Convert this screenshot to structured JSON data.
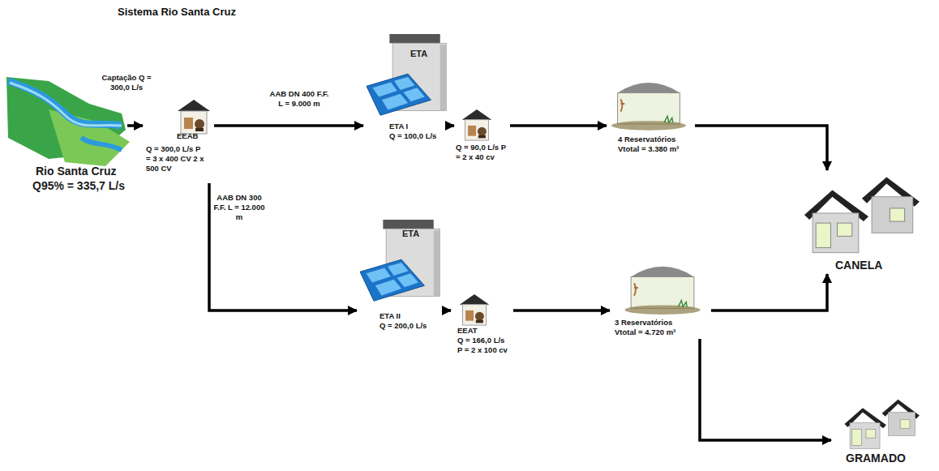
{
  "diagram": {
    "title": "Sistema Rio Santa Cruz",
    "nodes": [
      {
        "text": [
          "Rio Santa Cruz",
          "Q95% = 335,7 L/s"
        ]
      },
      {
        "text": [
          "EEAB",
          "Q = 300,0 L/s P = 3 x 400 CV 2 x 500 CV"
        ]
      },
      {
        "text": [
          "ETA",
          "ETA I",
          "Q = 100,0 L/s"
        ]
      },
      {
        "text": [
          "Q = 90,0 L/s P = 2 x 40 cv"
        ]
      },
      {
        "text": [
          "4 Reservatórios Vtotal = 3.380 m³"
        ]
      },
      {
        "text": [
          "CANELA"
        ]
      },
      {
        "text": [
          "ETA",
          "ETA II",
          "Q = 200,0 L/s"
        ]
      },
      {
        "text": [
          "EEAT",
          "Q = 166,0 L/s P = 2 x 100 cv"
        ]
      },
      {
        "text": [
          "3 Reservatórios Vtotal = 4.720 m³"
        ]
      },
      {
        "text": [
          "GRAMADO"
        ]
      }
    ],
    "edges": [
      {
        "from": 0,
        "to": 1,
        "arrow": "to",
        "label": "Captação Q = 300,0 L/s"
      },
      {
        "from": 1,
        "to": 2,
        "arrow": "to",
        "label": "AAB DN 400 F.F. L = 9.000 m"
      },
      {
        "from": 1,
        "to": 6,
        "arrow": "to",
        "label": "AAB DN 300 F.F. L = 12.000 m"
      },
      {
        "from": 2,
        "to": 3,
        "arrow": "to"
      },
      {
        "from": 3,
        "to": 4,
        "arrow": "to"
      },
      {
        "from": 4,
        "to": 5,
        "arrow": "to"
      },
      {
        "from": 6,
        "to": 7,
        "arrow": "to"
      },
      {
        "from": 7,
        "to": 8,
        "arrow": "to"
      },
      {
        "from": 8,
        "to": 5,
        "arrow": "to"
      },
      {
        "from": 8,
        "to": 9,
        "arrow": "to"
      }
    ]
  }
}
